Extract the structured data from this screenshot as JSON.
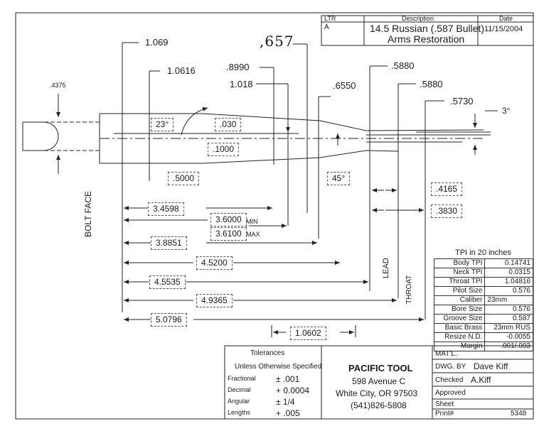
{
  "title_block": {
    "ltr_label": "LTR",
    "ltr_value": "A",
    "description_label": "Description",
    "description_line1": "14.5 Russian (.587 Bullet)",
    "description_line2": "Arms Restoration",
    "date_label": "Date",
    "date_value": "11/15/2004"
  },
  "dimensions": {
    "d1069": "1.069",
    "d657": ",657",
    "d10616": "1.0616",
    "d8990": ".8990",
    "d1018": "1.018",
    "d6550": ".6550",
    "d5880a": ".5880",
    "d5880b": ".5880",
    "d5730": ".5730",
    "deg3": "3°",
    "d4375": ".4375",
    "deg23": "23°",
    "d030": ".030",
    "d1000": ".1000",
    "d5000": ".5000",
    "deg45": "45°",
    "d4165": ".4165",
    "d3830": ".3830",
    "d34598": "3.4598",
    "d36000": "3.6000",
    "min_label": "MIN",
    "d36100": "3.6100",
    "max_label": "MAX",
    "d38851": "3.8851",
    "d45200": "4.5200",
    "d45535": "4.5535",
    "d49365": "4.9365",
    "d50796": "5.0796",
    "d10602": "1.0602",
    "bolt_face": "BOLT FACE",
    "lead": "LEAD",
    "throat": "THROAT"
  },
  "tpi_table": {
    "heading": "TPI in 20 inches",
    "rows": [
      {
        "label": "Body TPI",
        "value": "0.14741"
      },
      {
        "label": "Neck TPI",
        "value": "0.0315"
      },
      {
        "label": "Throat TPI",
        "value": "1.04816"
      },
      {
        "label": "Pilot Size",
        "value": "0.576"
      },
      {
        "label": "Caliber",
        "value": "23mm"
      },
      {
        "label": "Bore Size",
        "value": "0.576"
      },
      {
        "label": "Groove Size",
        "value": "0.587"
      },
      {
        "label": "Basic Brass",
        "value": "23mm RUS"
      },
      {
        "label": "Resize N.D.",
        "value": "-0.0055"
      },
      {
        "label": "Margin",
        "value": ".001/.003"
      }
    ]
  },
  "tolerances": {
    "title": "Tolerances",
    "subtitle": "Unless Otherwise Specified",
    "rows": [
      {
        "label": "Fractional",
        "value": "± .001"
      },
      {
        "label": "Decimal",
        "value": "+ 0.0004"
      },
      {
        "label": "Angular",
        "value": "± 1/4"
      },
      {
        "label": "Lengths",
        "value": "+ .005"
      }
    ]
  },
  "company": {
    "name": "PACIFIC TOOL",
    "address1": "598 Avenue C",
    "address2": "White City, OR 97503",
    "phone": "(541)826-5808"
  },
  "sign_block": {
    "matl_label": "MAT'L.",
    "dwg_by_label": "DWG. BY",
    "dwg_by_value": "Dave Kiff",
    "checked_label": "Checked",
    "checked_value": "A.Kiff",
    "approved_label": "Approved",
    "sheet_label": "Sheet",
    "print_label": "Print#",
    "print_value": "5348"
  }
}
